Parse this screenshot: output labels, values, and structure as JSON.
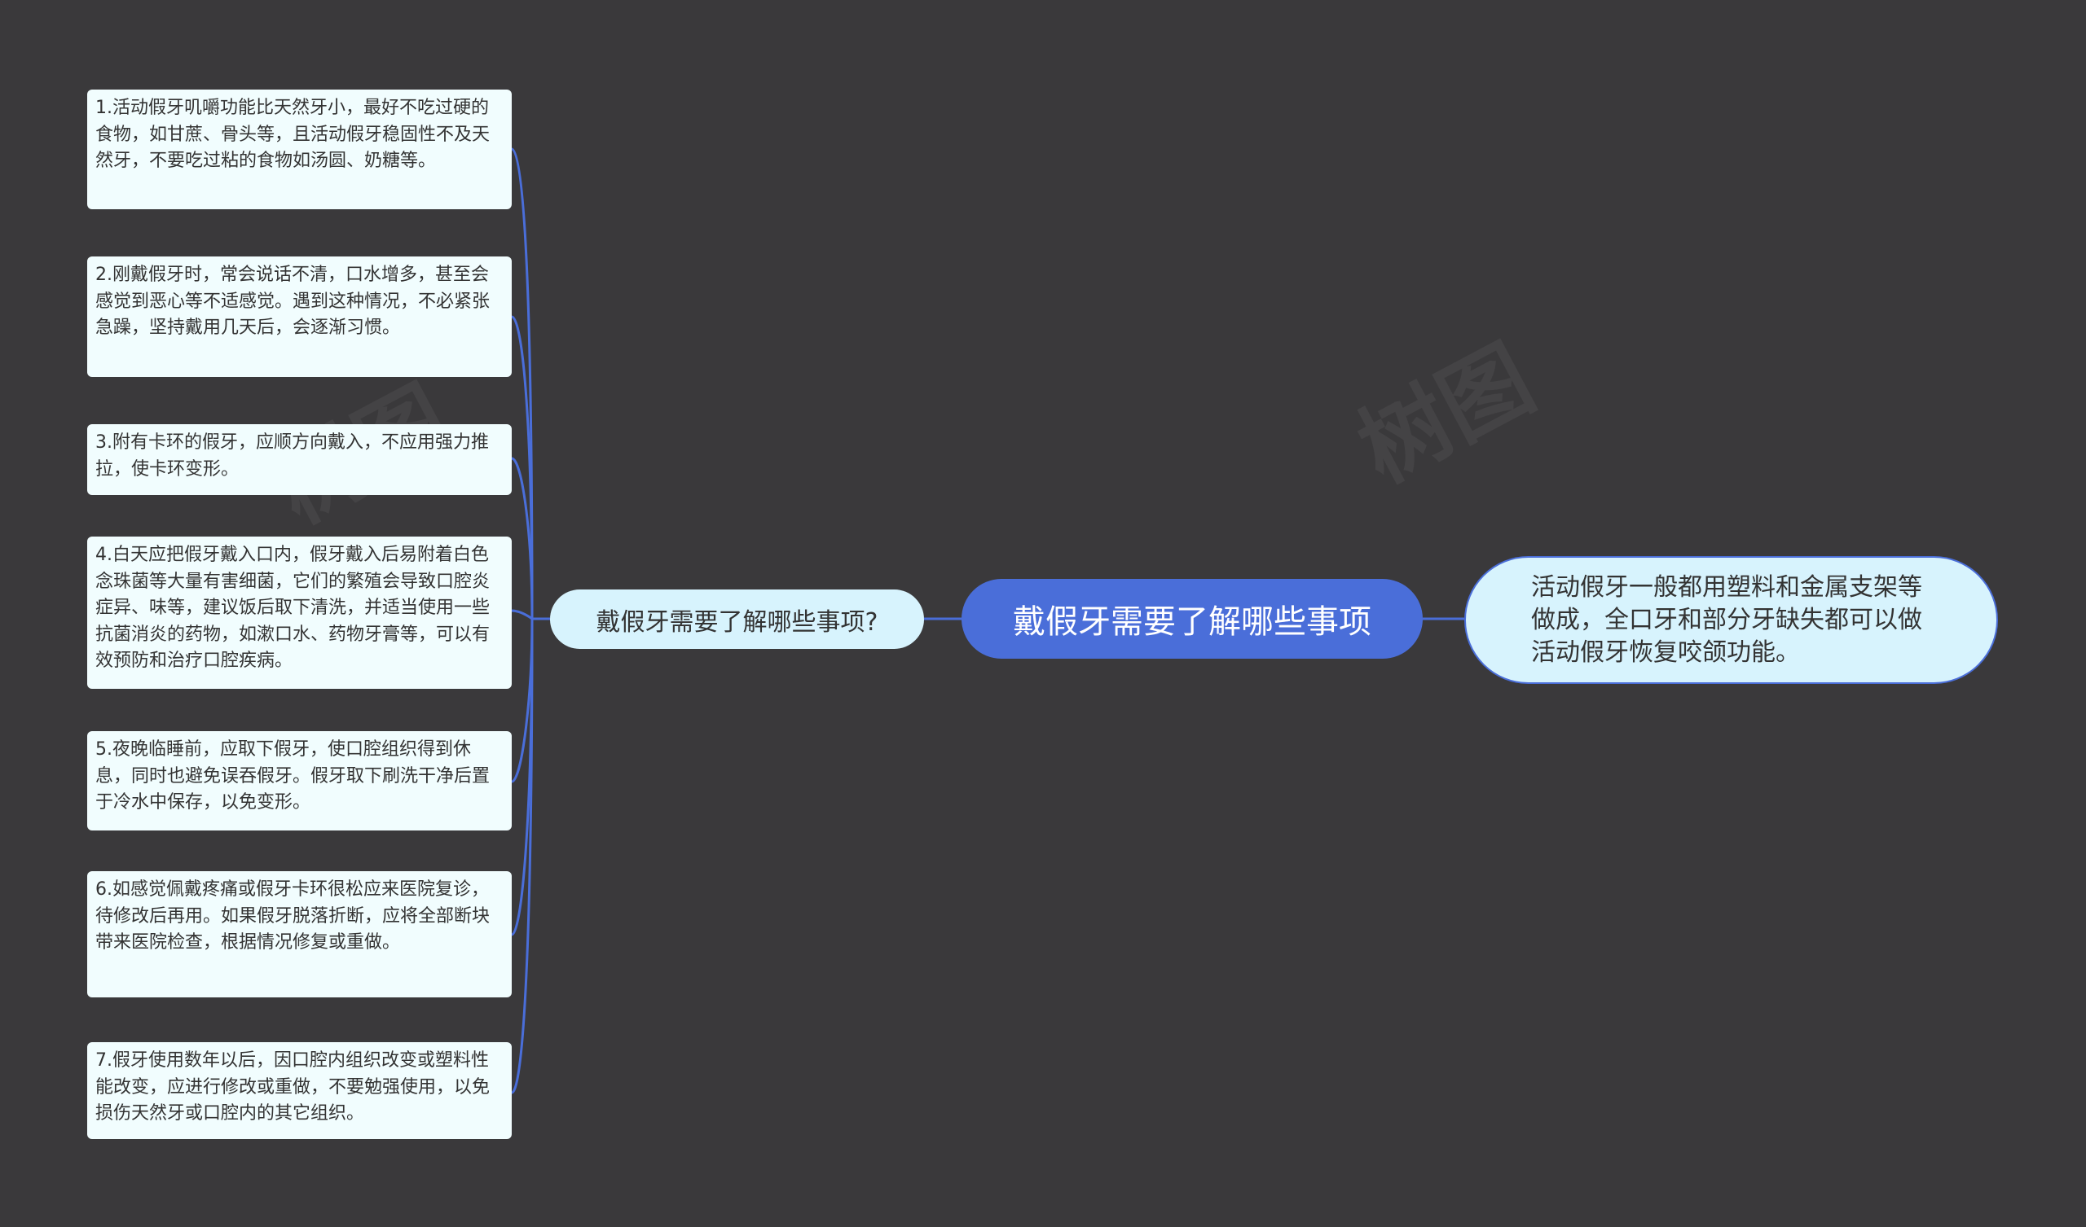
{
  "mindmap": {
    "central": "戴假牙需要了解哪些事项",
    "subtopic": "戴假牙需要了解哪些事项?",
    "description": "活动假牙一般都用塑料和金属支架等做成，全口牙和部分牙缺失都可以做活动假牙恢复咬颌功能。",
    "tips": [
      "1.活动假牙叽嚼功能比天然牙小，最好不吃过硬的食物，如甘蔗、骨头等，且活动假牙稳固性不及天然牙，不要吃过粘的食物如汤圆、奶糖等。",
      "2.刚戴假牙时，常会说话不清，口水增多，甚至会感觉到恶心等不适感觉。遇到这种情况，不必紧张急躁，坚持戴用几天后，会逐渐习惯。",
      "3.附有卡环的假牙，应顺方向戴入，不应用强力推拉，使卡环变形。",
      "4.白天应把假牙戴入口内，假牙戴入后易附着白色念珠菌等大量有害细菌，它们的繁殖会导致口腔炎症异、味等，建议饭后取下清洗，并适当使用一些抗菌消炎的药物，如漱口水、药物牙膏等，可以有效预防和治疗口腔疾病。",
      "5.夜晚临睡前，应取下假牙，使口腔组织得到休息，同时也避免误吞假牙。假牙取下刷洗干净后置于冷水中保存，以免变形。",
      "6.如感觉佩戴疼痛或假牙卡环很松应来医院复诊，待修改后再用。如果假牙脱落折断，应将全部断块带来医院检查，根据情况修复或重做。",
      "7.假牙使用数年以后，因口腔内组织改变或塑料性能改变，应进行修改或重做，不要勉强使用，以免损伤天然牙或口腔内的其它组织。"
    ]
  },
  "colors": {
    "background": "#3a393b",
    "central_fill": "#4a6ed9",
    "connector": "#4a6ed9",
    "leaf_fill": "#f1fdfe",
    "sub_fill": "#d7f3fd"
  }
}
